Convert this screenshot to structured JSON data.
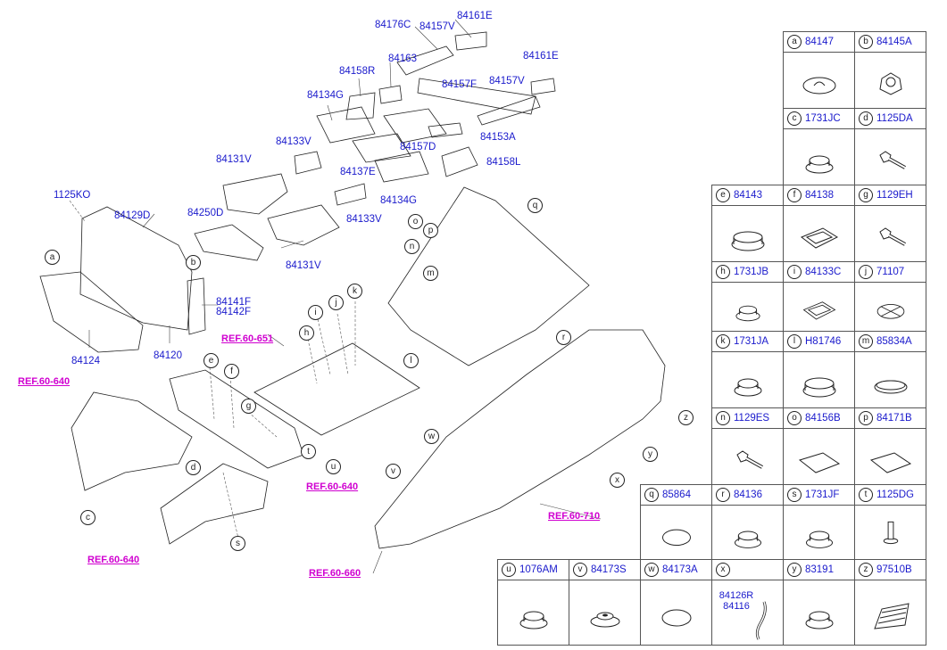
{
  "parts": [
    {
      "id": "p84176C",
      "text": "84176C"
    },
    {
      "id": "p84161E_1",
      "text": "84161E"
    },
    {
      "id": "p84157V_1",
      "text": "84157V"
    },
    {
      "id": "p84163",
      "text": "84163"
    },
    {
      "id": "p84158R",
      "text": "84158R"
    },
    {
      "id": "p84161E_2",
      "text": "84161E"
    },
    {
      "id": "p84157F",
      "text": "84157F"
    },
    {
      "id": "p84157V_2",
      "text": "84157V"
    },
    {
      "id": "p84134G_1",
      "text": "84134G"
    },
    {
      "id": "p84153A",
      "text": "84153A"
    },
    {
      "id": "p84157D",
      "text": "84157D"
    },
    {
      "id": "p84133V_1",
      "text": "84133V"
    },
    {
      "id": "p84158L",
      "text": "84158L"
    },
    {
      "id": "p84131V_1",
      "text": "84131V"
    },
    {
      "id": "p84137E",
      "text": "84137E"
    },
    {
      "id": "p84134G_2",
      "text": "84134G"
    },
    {
      "id": "p1125KO",
      "text": "1125KO"
    },
    {
      "id": "p84250D",
      "text": "84250D"
    },
    {
      "id": "p84133V_2",
      "text": "84133V"
    },
    {
      "id": "p84129D",
      "text": "84129D"
    },
    {
      "id": "p84131V_2",
      "text": "84131V"
    },
    {
      "id": "p84141F",
      "text": "84141F"
    },
    {
      "id": "p84142F",
      "text": "84142F"
    },
    {
      "id": "p84124",
      "text": "84124"
    },
    {
      "id": "p84120",
      "text": "84120"
    }
  ],
  "refs": [
    {
      "id": "r651",
      "text": "REF.60-651"
    },
    {
      "id": "r640a",
      "text": "REF.60-640"
    },
    {
      "id": "r640b",
      "text": "REF.60-640"
    },
    {
      "id": "r640c",
      "text": "REF.60-640"
    },
    {
      "id": "r710",
      "text": "REF.60-710"
    },
    {
      "id": "r660",
      "text": "REF.60-660"
    }
  ],
  "callouts": [
    "a",
    "b",
    "c",
    "d",
    "e",
    "f",
    "g",
    "h",
    "i",
    "j",
    "k",
    "l",
    "m",
    "n",
    "o",
    "p",
    "q",
    "r",
    "s",
    "t",
    "u",
    "v",
    "w",
    "x",
    "y",
    "z"
  ],
  "legend": [
    {
      "letter": "a",
      "part": "84147",
      "icon": "clip-round"
    },
    {
      "letter": "b",
      "part": "84145A",
      "icon": "nut"
    },
    {
      "letter": "c",
      "part": "1731JC",
      "icon": "plug"
    },
    {
      "letter": "d",
      "part": "1125DA",
      "icon": "bolt"
    },
    {
      "letter": "e",
      "part": "84143",
      "icon": "plug-oval"
    },
    {
      "letter": "f",
      "part": "84138",
      "icon": "plug-rect"
    },
    {
      "letter": "g",
      "part": "1129EH",
      "icon": "bolt"
    },
    {
      "letter": "h",
      "part": "1731JB",
      "icon": "plug"
    },
    {
      "letter": "i",
      "part": "84133C",
      "icon": "plug-rect"
    },
    {
      "letter": "j",
      "part": "71107",
      "icon": "plug-cross"
    },
    {
      "letter": "k",
      "part": "1731JA",
      "icon": "plug"
    },
    {
      "letter": "l",
      "part": "H81746",
      "icon": "plug-oval"
    },
    {
      "letter": "m",
      "part": "85834A",
      "icon": "disc"
    },
    {
      "letter": "n",
      "part": "1129ES",
      "icon": "bolt"
    },
    {
      "letter": "o",
      "part": "84156B",
      "icon": "pad"
    },
    {
      "letter": "p",
      "part": "84171B",
      "icon": "pad"
    },
    {
      "letter": "q",
      "part": "85864",
      "icon": "oval"
    },
    {
      "letter": "r",
      "part": "84136",
      "icon": "plug"
    },
    {
      "letter": "s",
      "part": "1731JF",
      "icon": "plug"
    },
    {
      "letter": "t",
      "part": "1125DG",
      "icon": "screw"
    },
    {
      "letter": "u",
      "part": "1076AM",
      "icon": "plug"
    },
    {
      "letter": "v",
      "part": "84173S",
      "icon": "grommet"
    },
    {
      "letter": "w",
      "part": "84173A",
      "icon": "oval"
    },
    {
      "letter": "x",
      "part": "",
      "icon": "strip",
      "extra": [
        "84126R",
        "84116"
      ]
    },
    {
      "letter": "y",
      "part": "83191",
      "icon": "plug"
    },
    {
      "letter": "z",
      "part": "97510B",
      "icon": "grille"
    }
  ]
}
